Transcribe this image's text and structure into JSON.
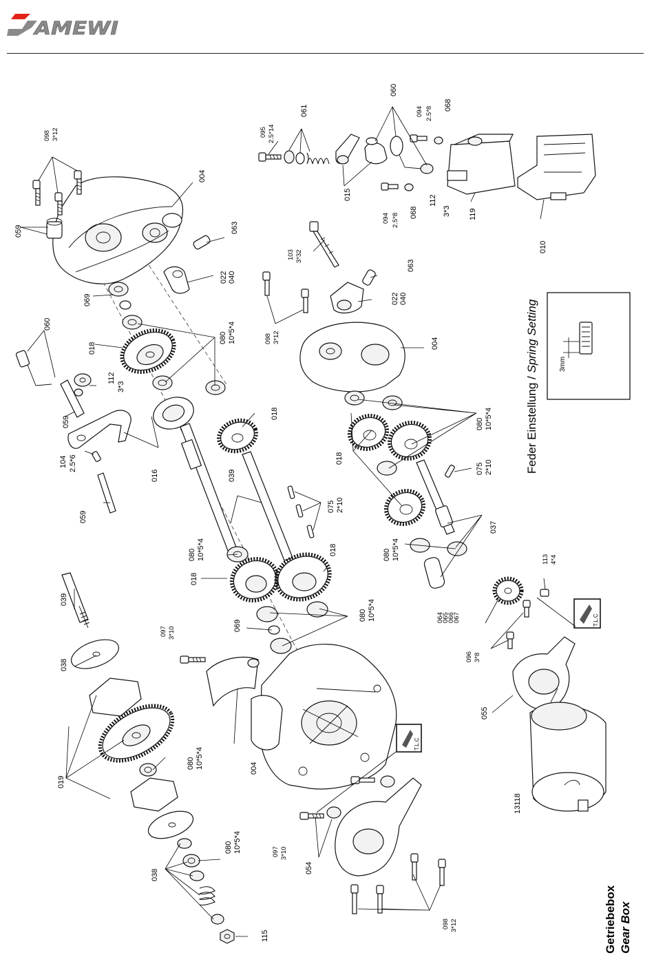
{
  "brand": {
    "name": "AMEWI",
    "colors": {
      "accent": "#e2231a",
      "gray": "#8a8a8a"
    }
  },
  "title": {
    "de": "Getriebebox",
    "en": "Gear Box"
  },
  "spring_note": {
    "label_de": "Feder Einstellung",
    "separator": " / ",
    "label_en": "Spring Setting",
    "dimension": "3mm"
  },
  "callouts": {
    "c098_a": {
      "num": "098",
      "spec": "3*12"
    },
    "c004_a": {
      "num": "004"
    },
    "c059_a": {
      "num": "059"
    },
    "c063_a": {
      "num": "063"
    },
    "c022_a": {
      "num": "022",
      "num2": "040"
    },
    "c069_a": {
      "num": "069"
    },
    "c060_a": {
      "num": "060"
    },
    "c018_a": {
      "num": "018"
    },
    "c080_a": {
      "num": "080",
      "spec": "10*5*4"
    },
    "c112_a": {
      "num": "112",
      "spec": "3*3"
    },
    "c059_b": {
      "num": "059"
    },
    "c104": {
      "num": "104",
      "spec": "2.5*6"
    },
    "c016": {
      "num": "016"
    },
    "c059_c": {
      "num": "059"
    },
    "c039_a": {
      "num": "039"
    },
    "c018_b": {
      "num": "018"
    },
    "c080_b": {
      "num": "080",
      "spec": "10*5*4"
    },
    "c018_c": {
      "num": "018"
    },
    "c075_a": {
      "num": "075",
      "spec": "2*10"
    },
    "c018_d": {
      "num": "018"
    },
    "c069_b": {
      "num": "069"
    },
    "c080_c": {
      "num": "080",
      "spec": "10*5*4"
    },
    "c097_a": {
      "num": "097",
      "spec": "3*10"
    },
    "c004_b": {
      "num": "004"
    },
    "c039_b": {
      "num": "039"
    },
    "c038_a": {
      "num": "038"
    },
    "c019": {
      "num": "019"
    },
    "c080_d": {
      "num": "080",
      "spec": "10*5*4"
    },
    "c080_e": {
      "num": "080",
      "spec": "10*5*4"
    },
    "c038_b": {
      "num": "038"
    },
    "c115": {
      "num": "115"
    },
    "c097_b": {
      "num": "097",
      "spec": "3*10"
    },
    "c054": {
      "num": "054"
    },
    "c098_b": {
      "num": "098",
      "spec": "3*12"
    },
    "c095": {
      "num": "095",
      "spec": "2.5*14"
    },
    "c061": {
      "num": "061"
    },
    "c060_b": {
      "num": "060"
    },
    "c094_a": {
      "num": "094",
      "spec": "2.5*8"
    },
    "c068_a": {
      "num": "068"
    },
    "c015": {
      "num": "015"
    },
    "c094_b": {
      "num": "094",
      "spec": "2.5*8"
    },
    "c068_b": {
      "num": "068"
    },
    "c112_b": {
      "num": "112",
      "spec": "3*3"
    },
    "c119": {
      "num": "119"
    },
    "c010": {
      "num": "010"
    },
    "c103": {
      "num": "103",
      "spec": "3*32"
    },
    "c063_b": {
      "num": "063"
    },
    "c098_c": {
      "num": "098",
      "spec": "3*12"
    },
    "c022_b": {
      "num": "022",
      "num2": "040"
    },
    "c004_c": {
      "num": "004"
    },
    "c018_e": {
      "num": "018"
    },
    "c080_f": {
      "num": "080",
      "spec": "10*5*4"
    },
    "c075_b": {
      "num": "075",
      "spec": "2*10"
    },
    "c037": {
      "num": "037"
    },
    "c080_g": {
      "num": "080",
      "spec": "10*5*4"
    },
    "c113": {
      "num": "113",
      "spec": "4*4"
    },
    "c064": {
      "nums": [
        "064",
        "065",
        "066",
        "067"
      ]
    },
    "c096": {
      "num": "096",
      "spec": "3*8"
    },
    "c055": {
      "num": "055"
    },
    "c13118": {
      "num": "13118"
    }
  },
  "tlc_badge": {
    "text": "T.L.C"
  }
}
